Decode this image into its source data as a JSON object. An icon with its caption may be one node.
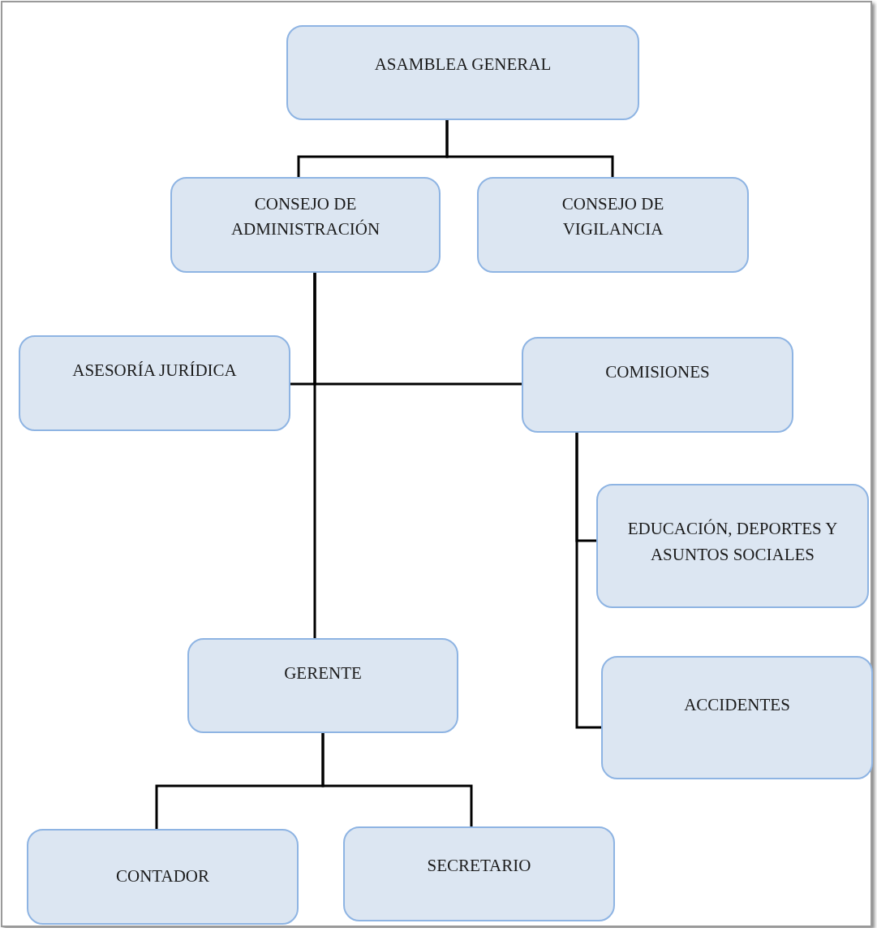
{
  "diagram": {
    "nodes": [
      {
        "text": [
          "ASAMBLEA GENERAL"
        ]
      },
      {
        "text": [
          "CONSEJO DE ADMINISTRACIÓN"
        ]
      },
      {
        "text": [
          "CONSEJO DE VIGILANCIA"
        ]
      },
      {
        "text": [
          "ASESORÍA JURÍDICA"
        ]
      },
      {
        "text": [
          "COMISIONES"
        ]
      },
      {
        "text": [
          "EDUCACIÓN, DEPORTES Y ASUNTOS SOCIALES"
        ]
      },
      {
        "text": [
          "ACCIDENTES"
        ]
      },
      {
        "text": [
          "GERENTE"
        ]
      },
      {
        "text": [
          "CONTADOR"
        ]
      },
      {
        "text": [
          "SECRETARIO"
        ]
      }
    ],
    "edges": [
      {
        "from": 0,
        "to": 1,
        "arrow": "none"
      },
      {
        "from": 0,
        "to": 2,
        "arrow": "none"
      },
      {
        "from": 1,
        "to": 3,
        "arrow": "none"
      },
      {
        "from": 1,
        "to": 4,
        "arrow": "none"
      },
      {
        "from": 1,
        "to": 7,
        "arrow": "none"
      },
      {
        "from": 4,
        "to": 5,
        "arrow": "none"
      },
      {
        "from": 4,
        "to": 6,
        "arrow": "none"
      },
      {
        "from": 7,
        "to": 8,
        "arrow": "none"
      },
      {
        "from": 7,
        "to": 9,
        "arrow": "none"
      }
    ]
  }
}
